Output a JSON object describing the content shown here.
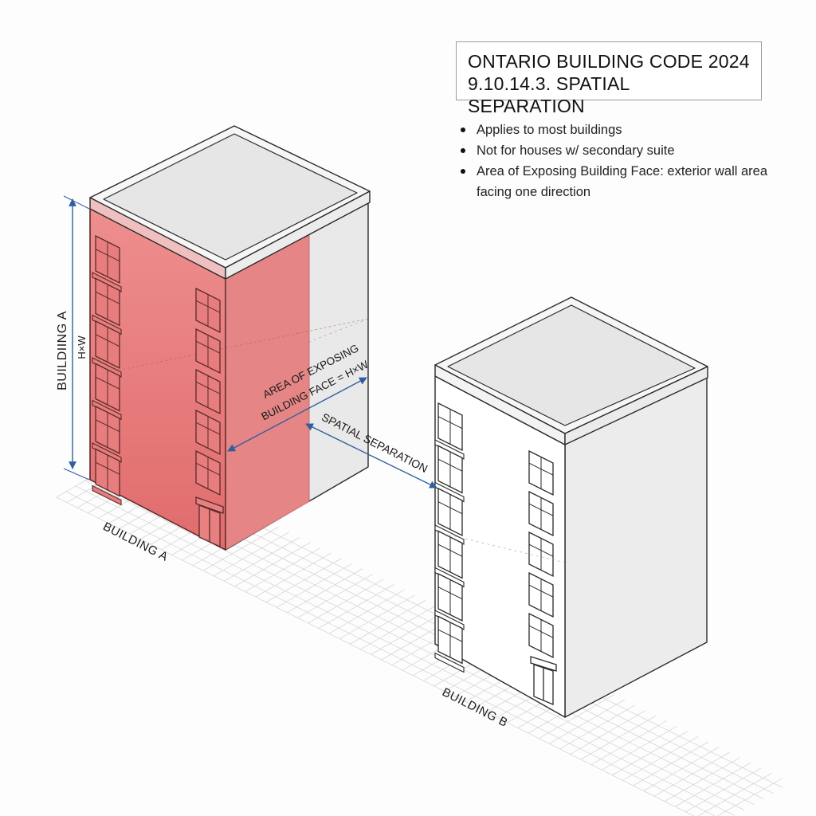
{
  "title": {
    "line1": "ONTARIO BUILDING CODE 2024",
    "line2": "9.10.14.3. SPATIAL SEPARATION"
  },
  "notes": [
    "Applies to most buildings",
    "Not for houses w/ secondary suite",
    "Area of Exposing Building Face: exterior wall area facing one direction"
  ],
  "labels": {
    "height_dim_main": "BUILDIING A",
    "height_dim_sub": "H×W",
    "area_line1": "AREA OF EXPOSING",
    "area_line2": "BUILDING FACE = H×W",
    "spatial_separation": "SPATIAL SEPARATION",
    "building_a": "BUILDING A",
    "building_b": "BUILDING B"
  },
  "colors": {
    "exposing_face": "#e05c5c",
    "dimension_line": "#2f5f9e",
    "outline": "#2a2a2a"
  }
}
